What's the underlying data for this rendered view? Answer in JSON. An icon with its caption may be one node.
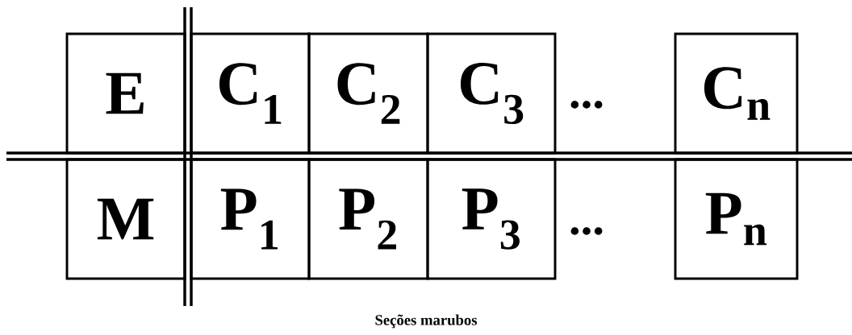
{
  "diagram": {
    "caption": "Seções marubos",
    "nodes": [
      {
        "text": [
          "E"
        ]
      },
      {
        "text": [
          "C$_{1}$"
        ]
      },
      {
        "text": [
          "C$_{2}$"
        ]
      },
      {
        "text": [
          "C$_{3}$"
        ]
      },
      {
        "text": [
          "C$_{n}$"
        ]
      },
      {
        "text": [
          "M"
        ]
      },
      {
        "text": [
          "P$_{1}$"
        ]
      },
      {
        "text": [
          "P$_{2}$"
        ]
      },
      {
        "text": [
          "P$_{3}$"
        ]
      },
      {
        "text": [
          "P$_{n}$"
        ]
      }
    ],
    "labels": [
      "...",
      "..."
    ]
  }
}
